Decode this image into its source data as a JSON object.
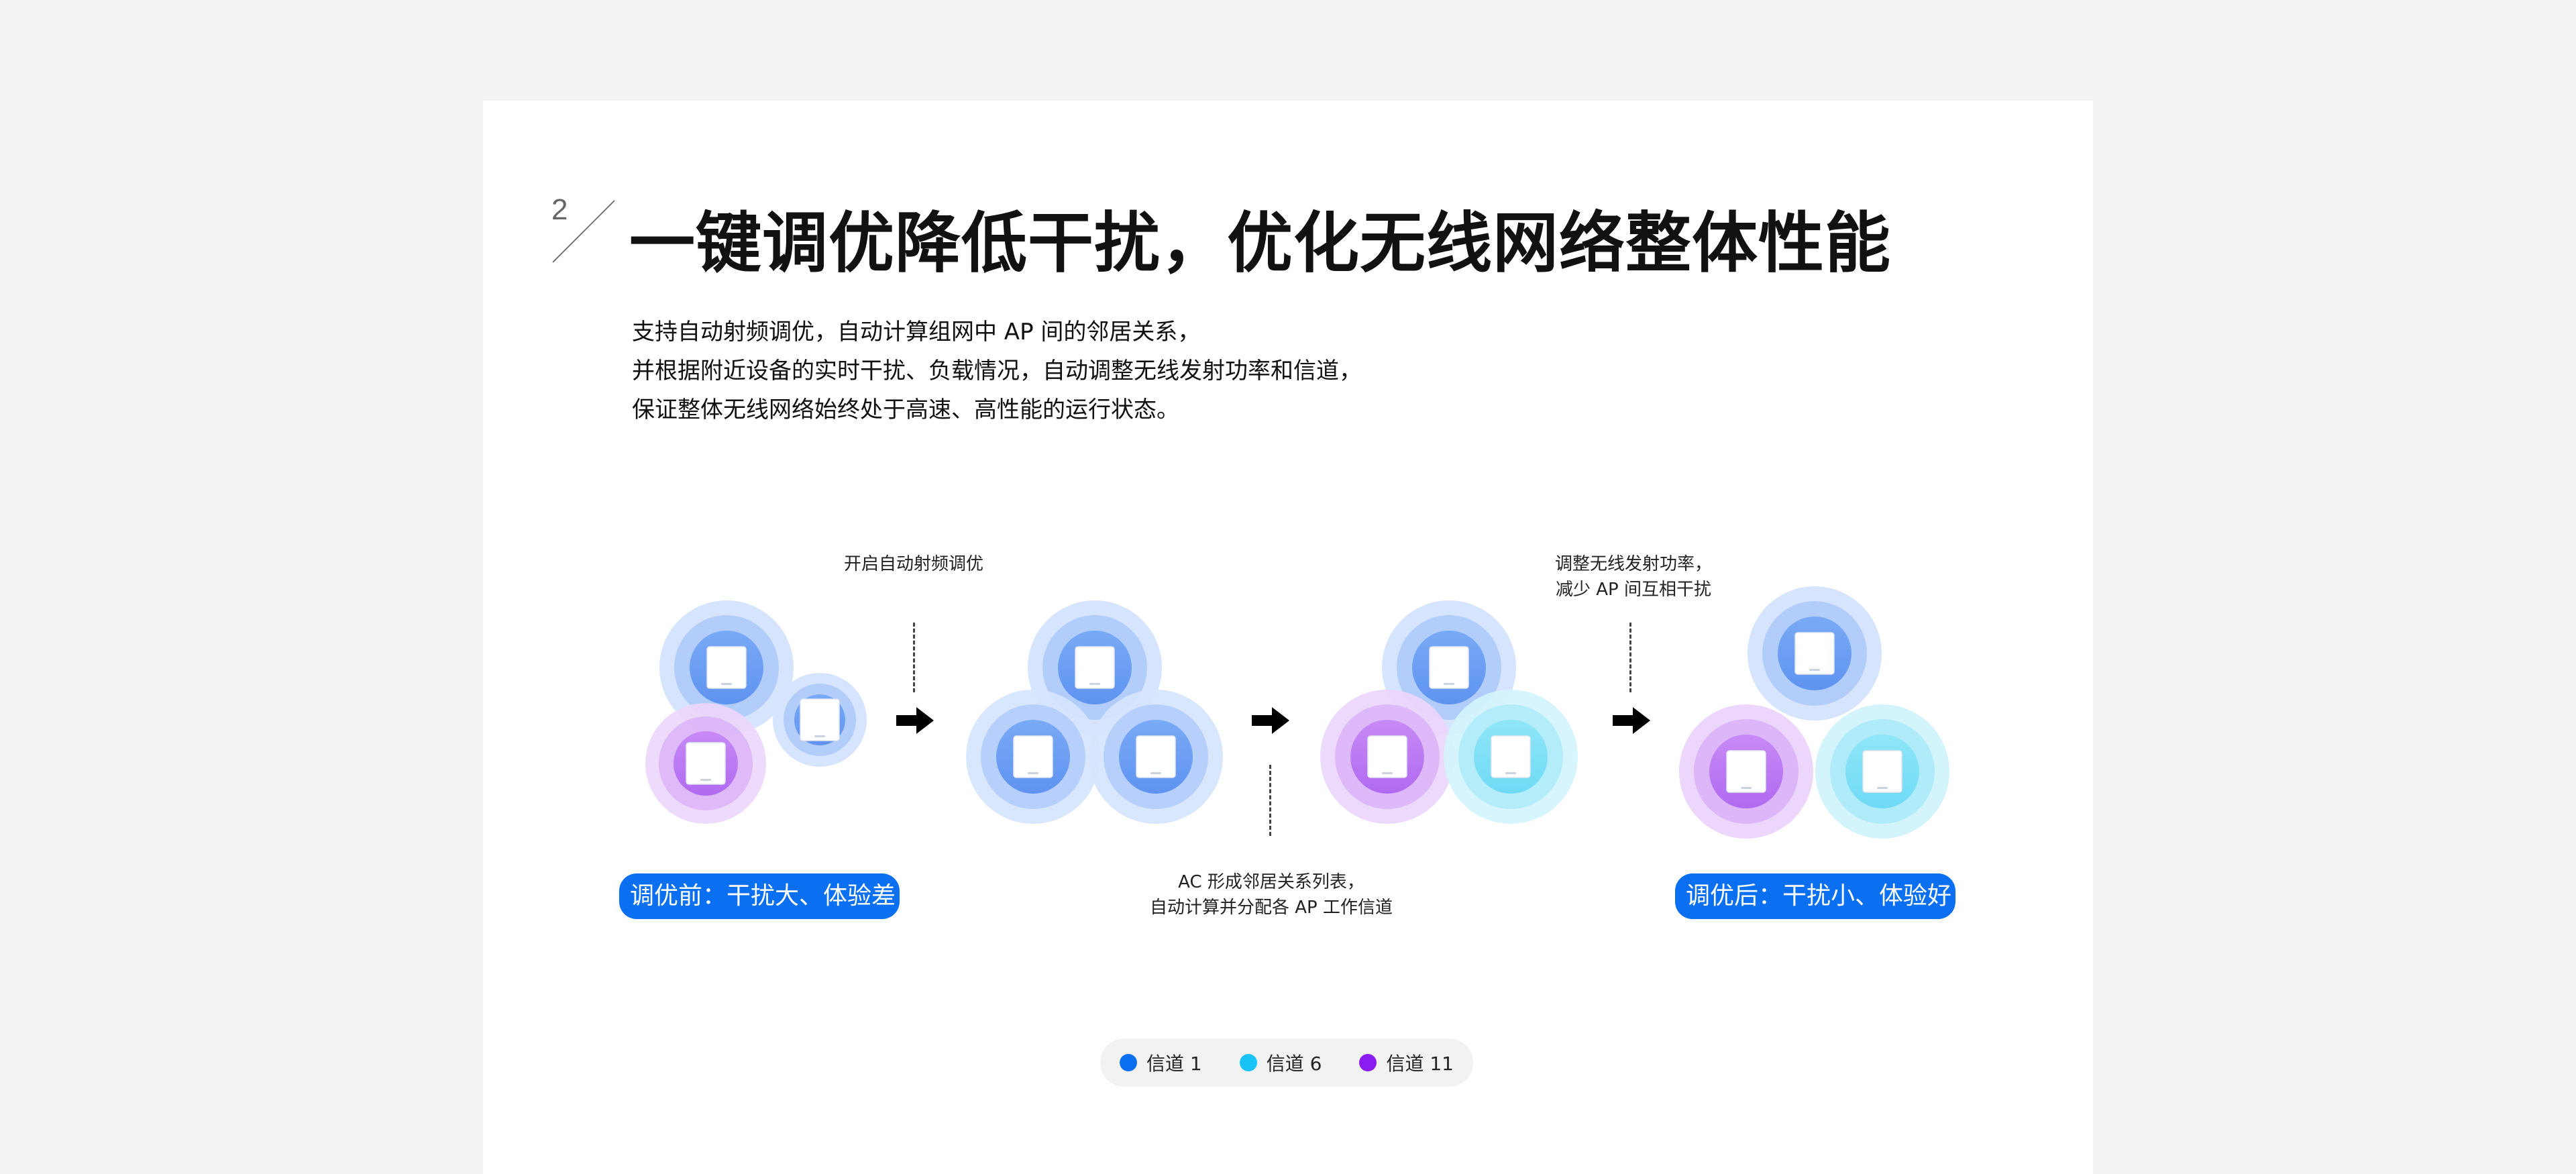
{
  "section": {
    "number": "2",
    "title": "一键调优降低干扰，优化无线网络整体性能"
  },
  "description": [
    "支持自动射频调优，自动计算组网中 AP 间的邻居关系，",
    "并根据附近设备的实时干扰、负载情况，自动调整无线发射功率和信道，",
    "保证整体无线网络始终处于高速、高性能的运行状态。"
  ],
  "notes": {
    "step1": "开启自动射频调优",
    "step2_line1": "AC 形成邻居关系列表，",
    "step2_line2": "自动计算并分配各 AP 工作信道",
    "step3_line1": "调整无线发射功率，",
    "step3_line2": "减少 AP 间互相干扰"
  },
  "badges": {
    "before": "调优前：干扰大、体验差",
    "after": "调优后：干扰小、体验好"
  },
  "legend": [
    {
      "label": "信道 1",
      "color": "#0a6ff0"
    },
    {
      "label": "信道 6",
      "color": "#19c3f5"
    },
    {
      "label": "信道 11",
      "color": "#8a1cf0"
    }
  ],
  "colors": {
    "channel1": "#0a6ff0",
    "channel6": "#19c3f5",
    "channel11": "#8a1cf0",
    "badge": "#0a6ff0"
  }
}
